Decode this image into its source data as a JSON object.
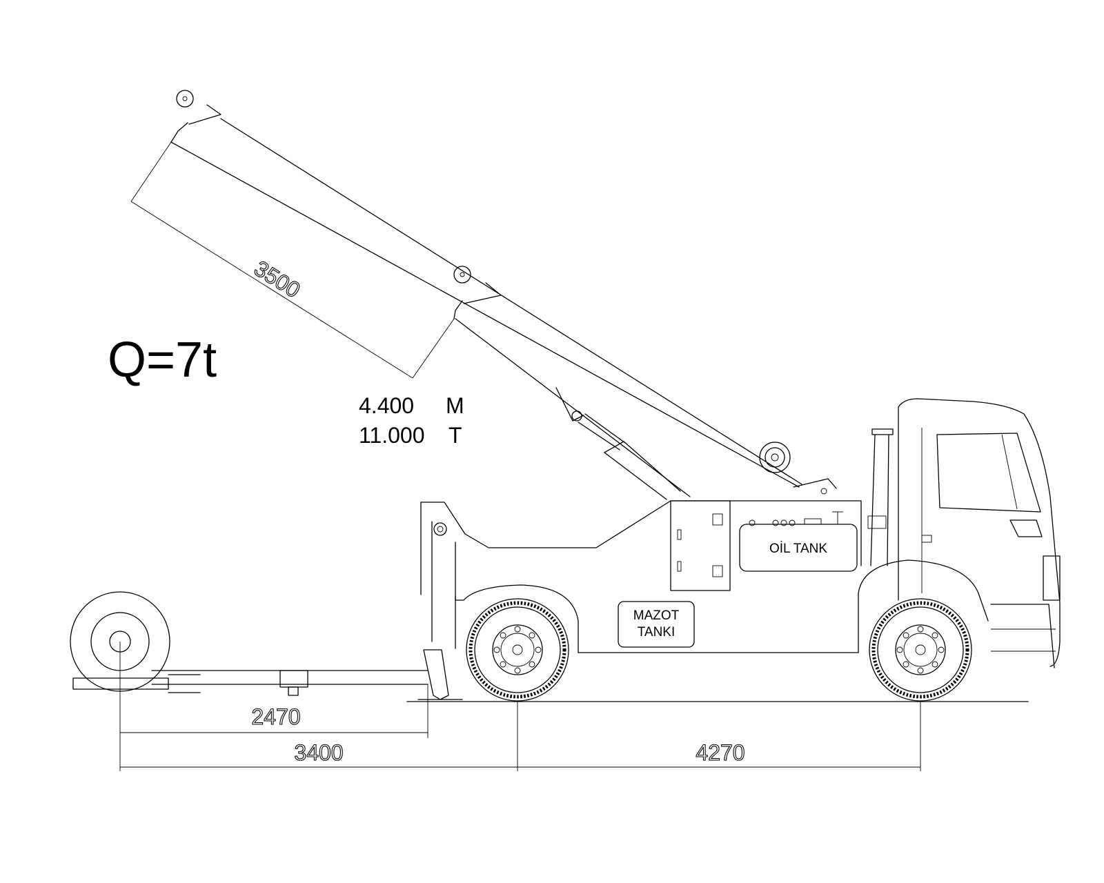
{
  "capacity": "Q=7t",
  "spec": {
    "length_value": "4.400",
    "length_unit": "M",
    "load_value": "11.000",
    "load_unit": "T"
  },
  "labels": {
    "oil_tank": "OİL TANK",
    "fuel_tank_line1": "MAZOT",
    "fuel_tank_line2": "TANKI"
  },
  "dimensions": {
    "boom_extension": "3500",
    "underlift_reach": "2470",
    "rear_overhang": "3400",
    "wheelbase": "4270"
  }
}
